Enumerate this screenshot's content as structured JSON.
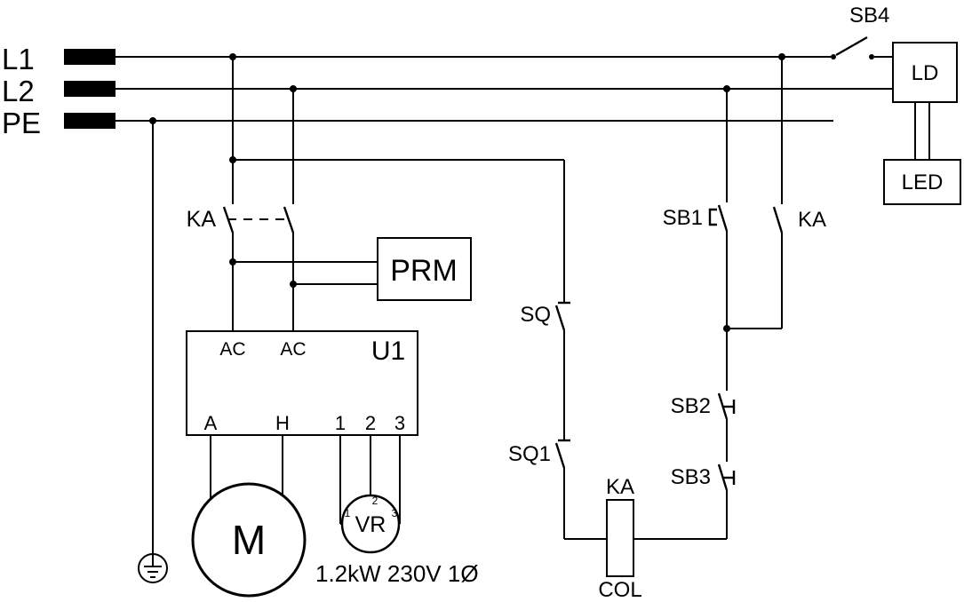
{
  "colors": {
    "wire": "#000000",
    "background": "#ffffff"
  },
  "rails": {
    "l1": "L1",
    "l2": "L2",
    "pe": "PE"
  },
  "power": {
    "sb4": "SB4",
    "ld": "LD",
    "led": "LED"
  },
  "control": {
    "ka_left": "KA",
    "prm": "PRM",
    "sq": "SQ",
    "sq1": "SQ1",
    "sb1": "SB1",
    "sb2": "SB2",
    "sb3": "SB3",
    "ka_right": "KA",
    "ka_coil": "KA",
    "ka_coil_sub": "COL"
  },
  "drive": {
    "u1": "U1",
    "ac_left": "AC",
    "ac_right": "AC",
    "term_a": "A",
    "term_h": "H",
    "term_1": "1",
    "term_2": "2",
    "term_3": "3",
    "motor": "M",
    "vr": "VR",
    "vr_pin1": "1",
    "vr_pin2": "2",
    "vr_pin3": "3",
    "rating": "1.2kW 230V 1Ø"
  }
}
